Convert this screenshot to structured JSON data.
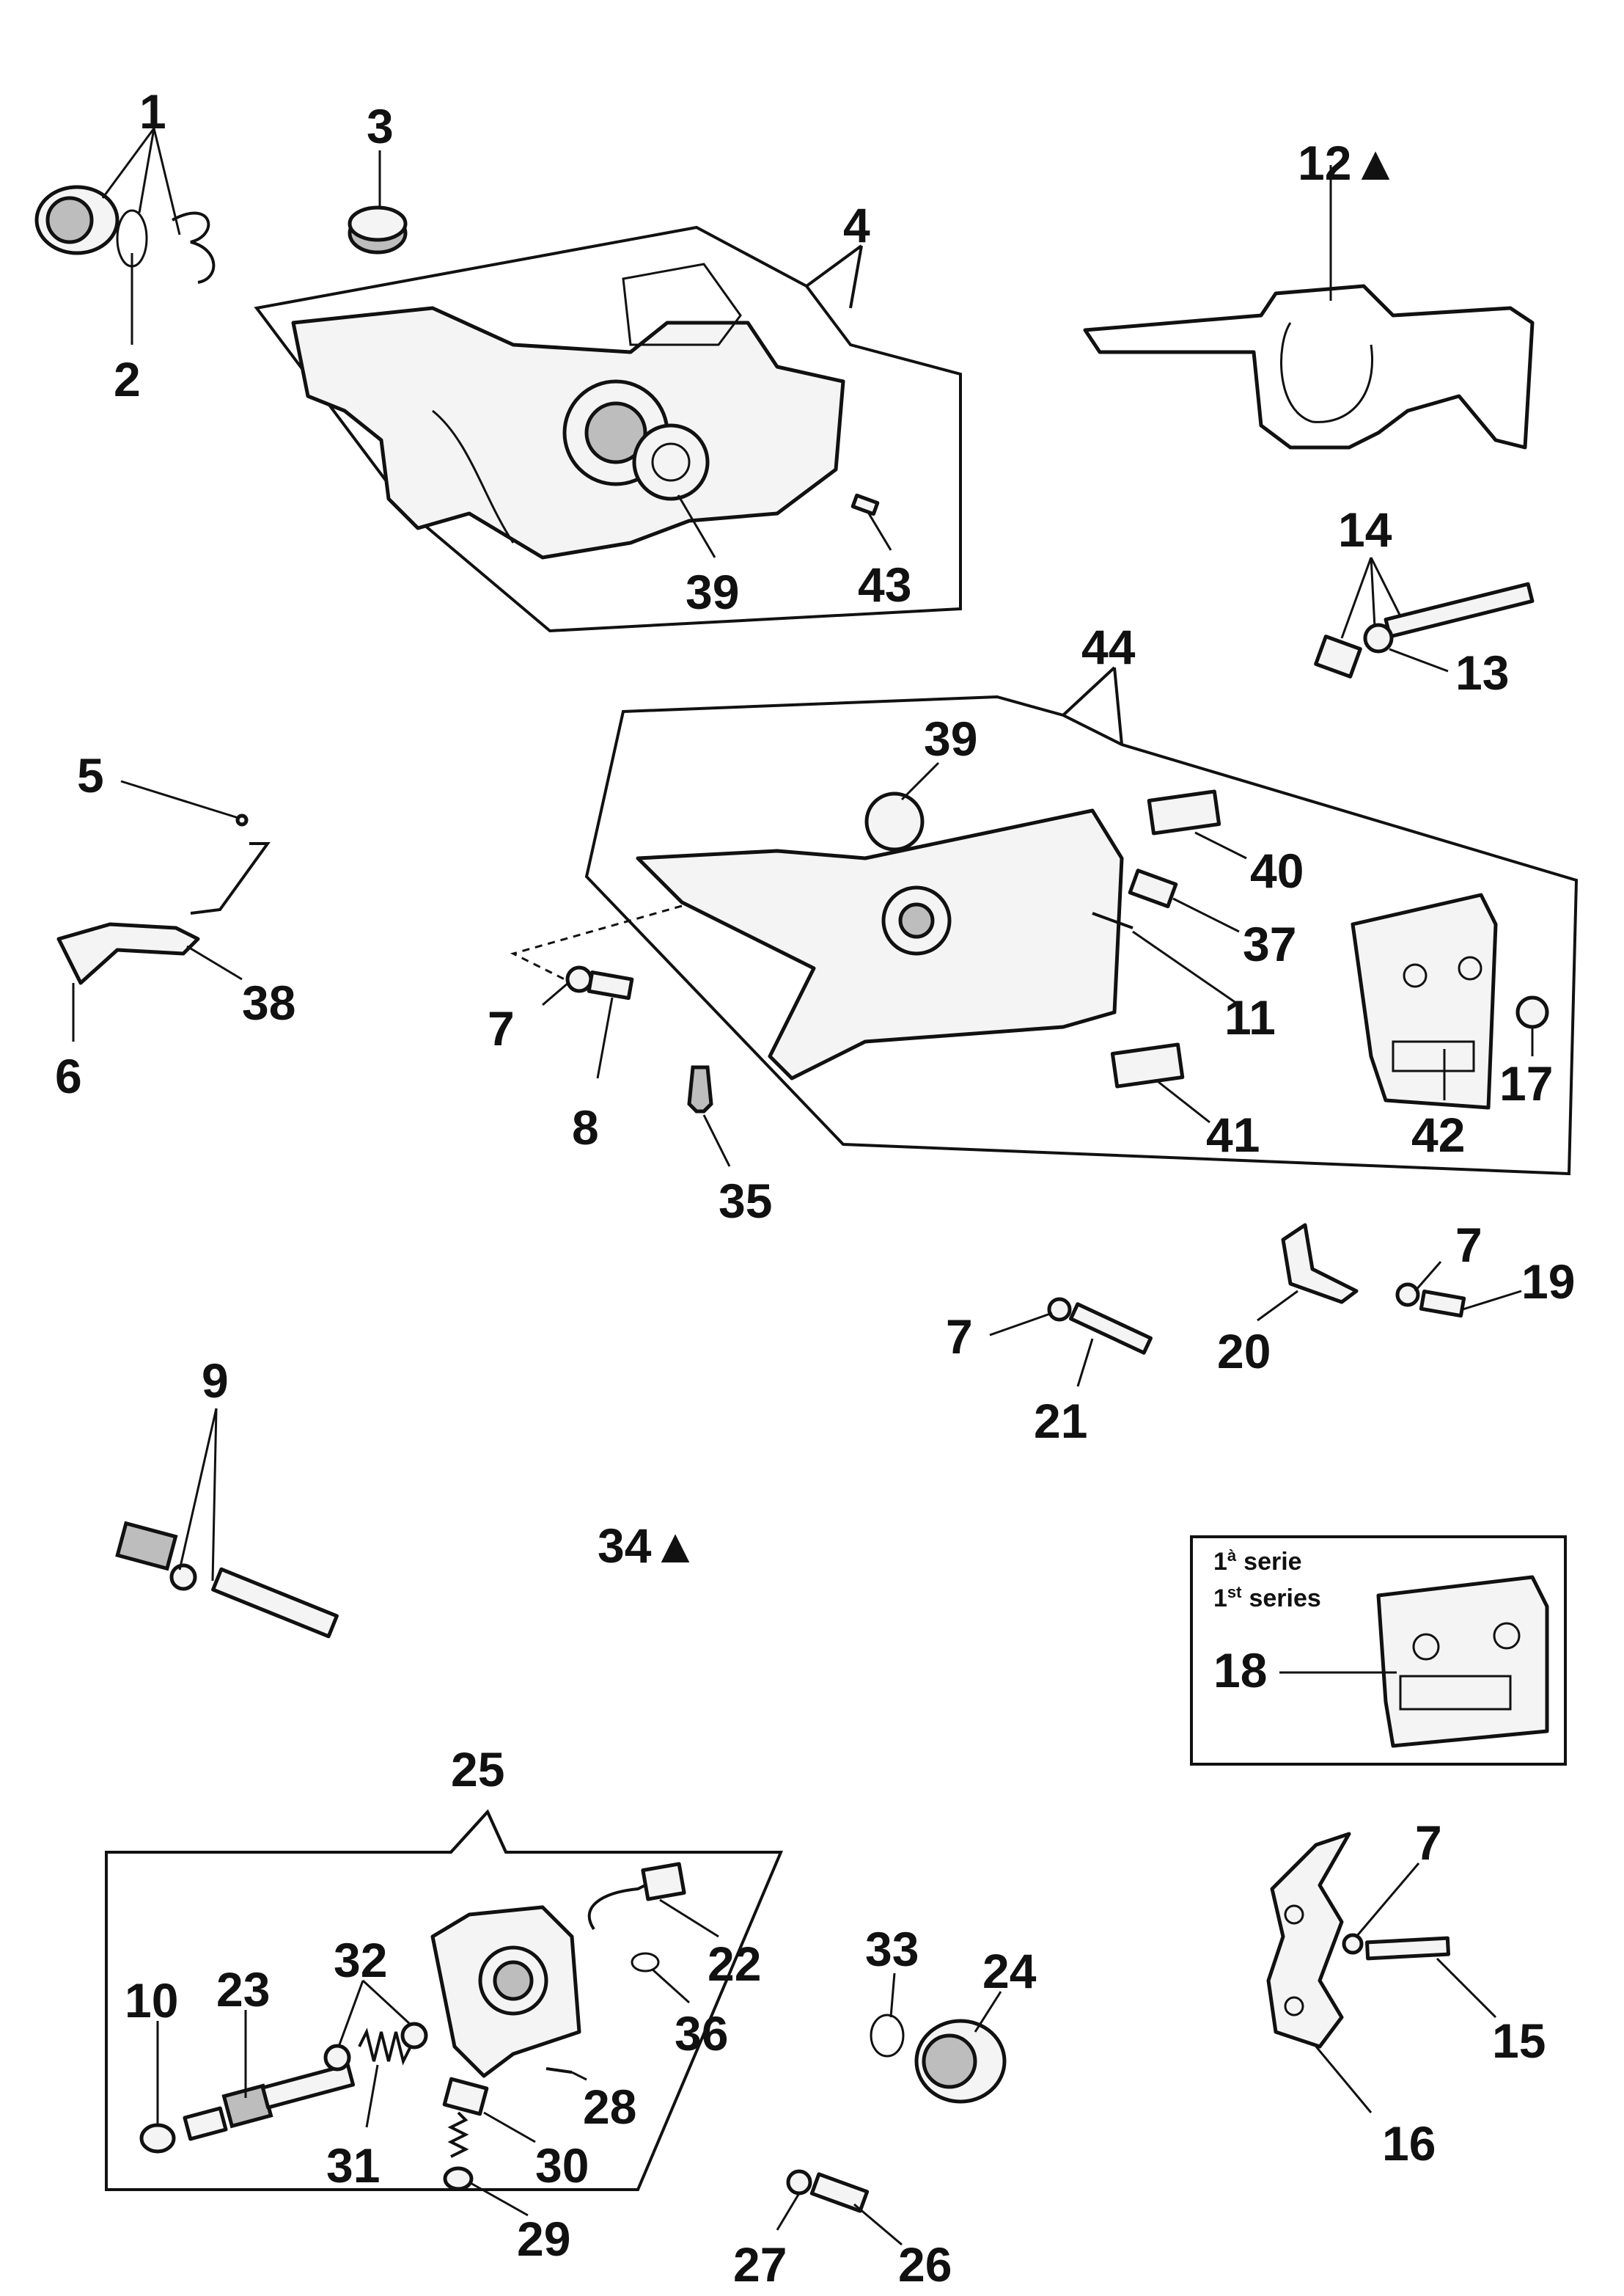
{
  "labels": {
    "l1": "1",
    "l2": "2",
    "l3": "3",
    "l4": "4",
    "l5": "5",
    "l6": "6",
    "l7a": "7",
    "l7b": "7",
    "l7c": "7",
    "l7d": "7",
    "l8": "8",
    "l9": "9",
    "l10": "10",
    "l11": "11",
    "l12": "12▲",
    "l13": "13",
    "l14": "14",
    "l15": "15",
    "l16": "16",
    "l17": "17",
    "l18": "18",
    "l19": "19",
    "l20": "20",
    "l21": "21",
    "l22": "22",
    "l23": "23",
    "l24": "24",
    "l25": "25",
    "l26": "26",
    "l27": "27",
    "l28": "28",
    "l29": "29",
    "l30": "30",
    "l31": "31",
    "l32": "32",
    "l33": "33",
    "l34": "34▲",
    "l35": "35",
    "l36": "36",
    "l37": "37",
    "l38": "38",
    "l39a": "39",
    "l39b": "39",
    "l40": "40",
    "l41": "41",
    "l42": "42",
    "l43": "43",
    "l44": "44"
  },
  "inset": {
    "series_line1_num": "1",
    "series_line1_sup": "à",
    "series_line1_word": "serie",
    "series_line2_num": "1",
    "series_line2_sup": "st",
    "series_line2_word": "series"
  }
}
